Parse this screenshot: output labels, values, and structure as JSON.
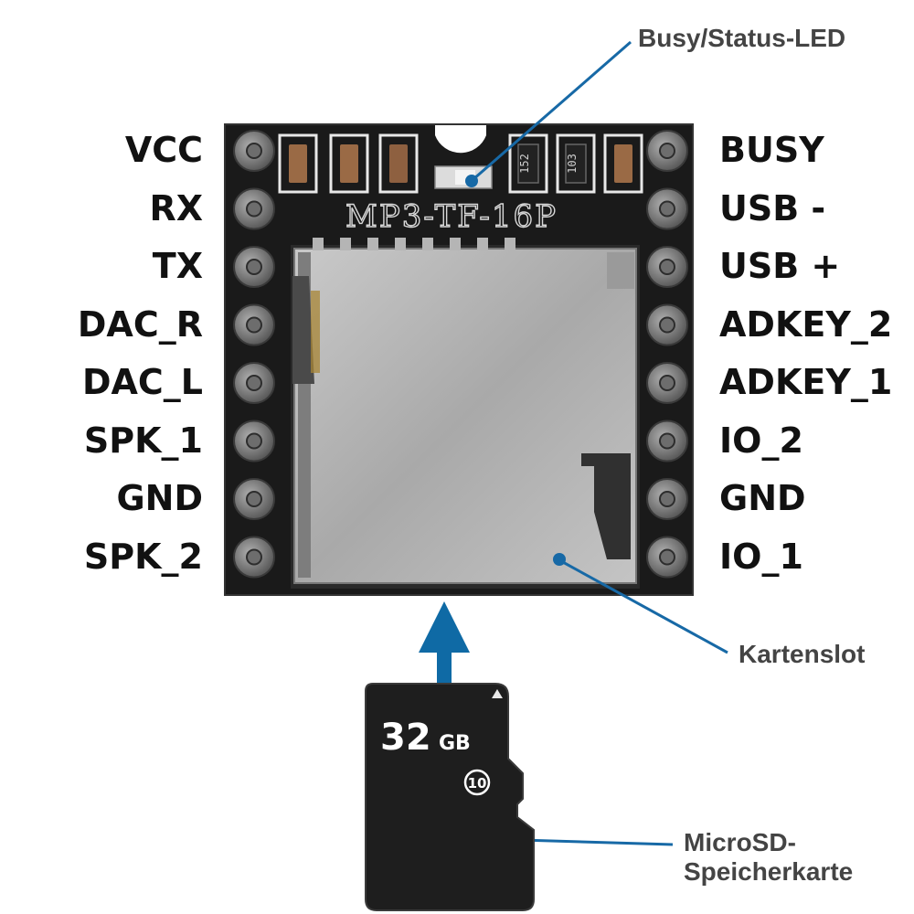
{
  "pins_left": [
    "VCC",
    "RX",
    "TX",
    "DAC_R",
    "DAC_L",
    "SPK_1",
    "GND",
    "SPK_2"
  ],
  "pins_right": [
    "BUSY",
    "USB -",
    "USB +",
    "ADKEY_2",
    "ADKEY_1",
    "IO_2",
    "GND",
    "IO_1"
  ],
  "callouts": {
    "busy_led": "Busy/Status-LED",
    "card_slot": "Kartenslot",
    "sd_card_line1": "MicroSD-",
    "sd_card_line2": "Speicherkarte"
  },
  "board": {
    "silkscreen": "MP3-TF-16P",
    "resistor_codes": [
      "152",
      "103"
    ]
  },
  "sd_card": {
    "capacity": "32",
    "unit": "GB",
    "class": "10"
  },
  "colors": {
    "board": "#1a1a1a",
    "pin_metal": "#8a8a8a",
    "slot_metal": "#b8b8b8",
    "arrow_blue": "#0f6aa5",
    "leader_blue": "#1769a6",
    "card": "#1e1e1e"
  }
}
